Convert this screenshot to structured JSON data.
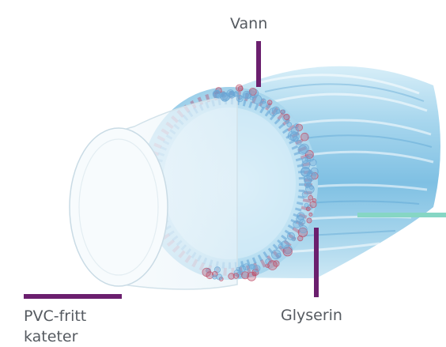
{
  "labels": {
    "water": "Vann",
    "glycerin": "Glyserin",
    "pvc_free_line1": "PVC-fritt",
    "pvc_free_line2": "kateter"
  },
  "colors": {
    "callout_purple": "#6b1f6e",
    "callout_teal": "#86d6c4",
    "label_text": "#555a60",
    "hydrogel_blue": "#9fd2ea",
    "bubble_red": "#c0506a",
    "bubble_blue": "#6aa7d6"
  }
}
